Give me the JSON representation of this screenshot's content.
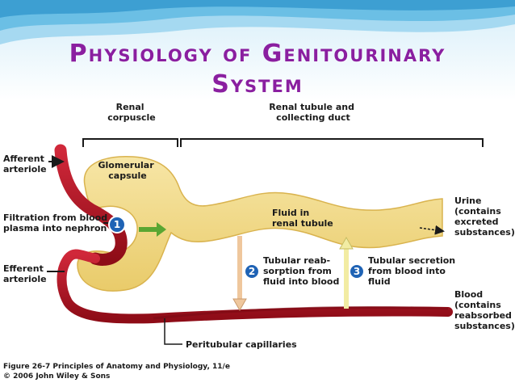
{
  "title": {
    "line1": "Physiology of Genitourinary",
    "line2": "System"
  },
  "labels": {
    "renal_corpuscle": [
      "Renal",
      "corpuscle"
    ],
    "renal_tubule": [
      "Renal tubule and",
      "collecting duct"
    ],
    "afferent": [
      "Afferent",
      "arteriole"
    ],
    "glomerular": [
      "Glomerular",
      "capsule"
    ],
    "filtration": [
      "Filtration from blood",
      "plasma into nephron"
    ],
    "efferent": [
      "Efferent",
      "arteriole"
    ],
    "fluid": [
      "Fluid in",
      "renal tubule"
    ],
    "reabsorption": [
      "Tubular reab-",
      "sorption from",
      "fluid into blood"
    ],
    "secretion": [
      "Tubular secretion",
      "from blood into",
      "fluid"
    ],
    "urine": [
      "Urine",
      "(contains",
      "excreted",
      "substances)"
    ],
    "blood": [
      "Blood",
      "(contains",
      "reabsorbed",
      "substances)"
    ],
    "peritubular": "Peritubular capillaries"
  },
  "steps": [
    "1",
    "2",
    "3"
  ],
  "caption": [
    "Figure 26-7 Principles of Anatomy and Physiology, 11/e",
    "© 2006 John Wiley & Sons"
  ],
  "colors": {
    "title": "#8a1fa0",
    "tubule": "#f2d987",
    "vessel": "#b3121f",
    "step_circle": "#1f63b5",
    "filtration_arrow": "#5aa632",
    "header_sky": "#dff2fb"
  }
}
